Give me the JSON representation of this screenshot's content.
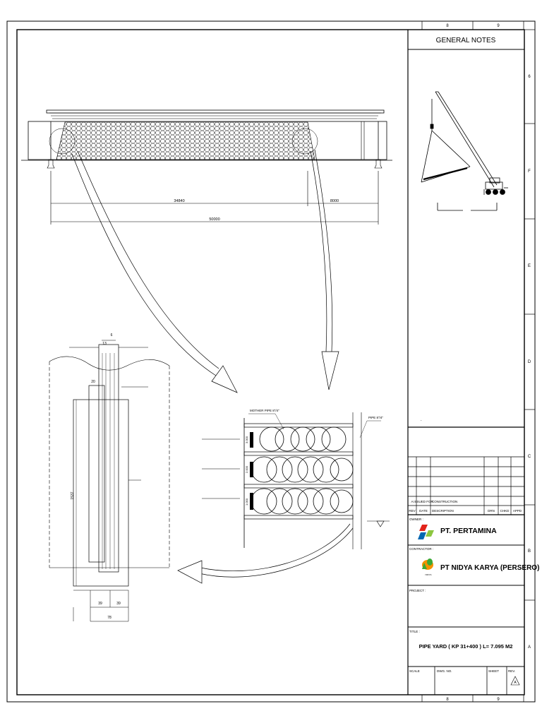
{
  "general_notes": {
    "title": "GENERAL NOTES"
  },
  "border_refs": {
    "top": [
      "8",
      "9"
    ],
    "bottom": [
      "8",
      "9"
    ],
    "right": [
      "6",
      "F",
      "E",
      "D",
      "C",
      "B",
      "A"
    ]
  },
  "elevation": {
    "dim_left": "34840",
    "dim_right": "8000",
    "dim_total": "50000"
  },
  "section_detail": {
    "dim_top": "13",
    "dim_top_small": "6",
    "dim_mid": "20",
    "dim_height": "1537",
    "dim_bottom_left": "39",
    "dim_bottom_right": "39",
    "dim_bottom_total": "78"
  },
  "stack_detail": {
    "label_mother_pipe": "MOTHER PIPE 8\"/4\"",
    "label_pipe": "PIPE 8\"/4\"",
    "level_marks": [
      "3.000",
      "2.000",
      "1.000"
    ]
  },
  "revision_table": {
    "row_a": [
      "A",
      "ISSUED FOR",
      "CONSTRUCTION",
      "",
      "",
      ""
    ],
    "header": [
      "REV",
      "DATE",
      "DESCRIPTION",
      "DRN",
      "CHKD",
      "APPD"
    ]
  },
  "owner": {
    "label": "OWNER :",
    "name": "PT. PERTAMINA"
  },
  "contractor": {
    "label": "CONTRACTOR :",
    "name": "PT NIDYA KARYA (PERSERO)",
    "logo_sub": "NIDYA"
  },
  "project": {
    "label": "PROJECT :"
  },
  "title_block": {
    "label": "TITLE :",
    "value": "PIPE YARD ( KP 31+400  ) L= 7.095 M2"
  },
  "footer": {
    "scale_label": "SCALE",
    "dwg_label": "DWG. NO.",
    "sheet_label": "SHEET",
    "rev_label": "REV.",
    "rev_value": "A"
  },
  "colors": {
    "line": "#000000",
    "pertamina_red": "#e2231a",
    "pertamina_blue": "#0067b1",
    "pertamina_green": "#8cc63f",
    "nidya_orange": "#f39200",
    "nidya_green": "#3aa935"
  }
}
